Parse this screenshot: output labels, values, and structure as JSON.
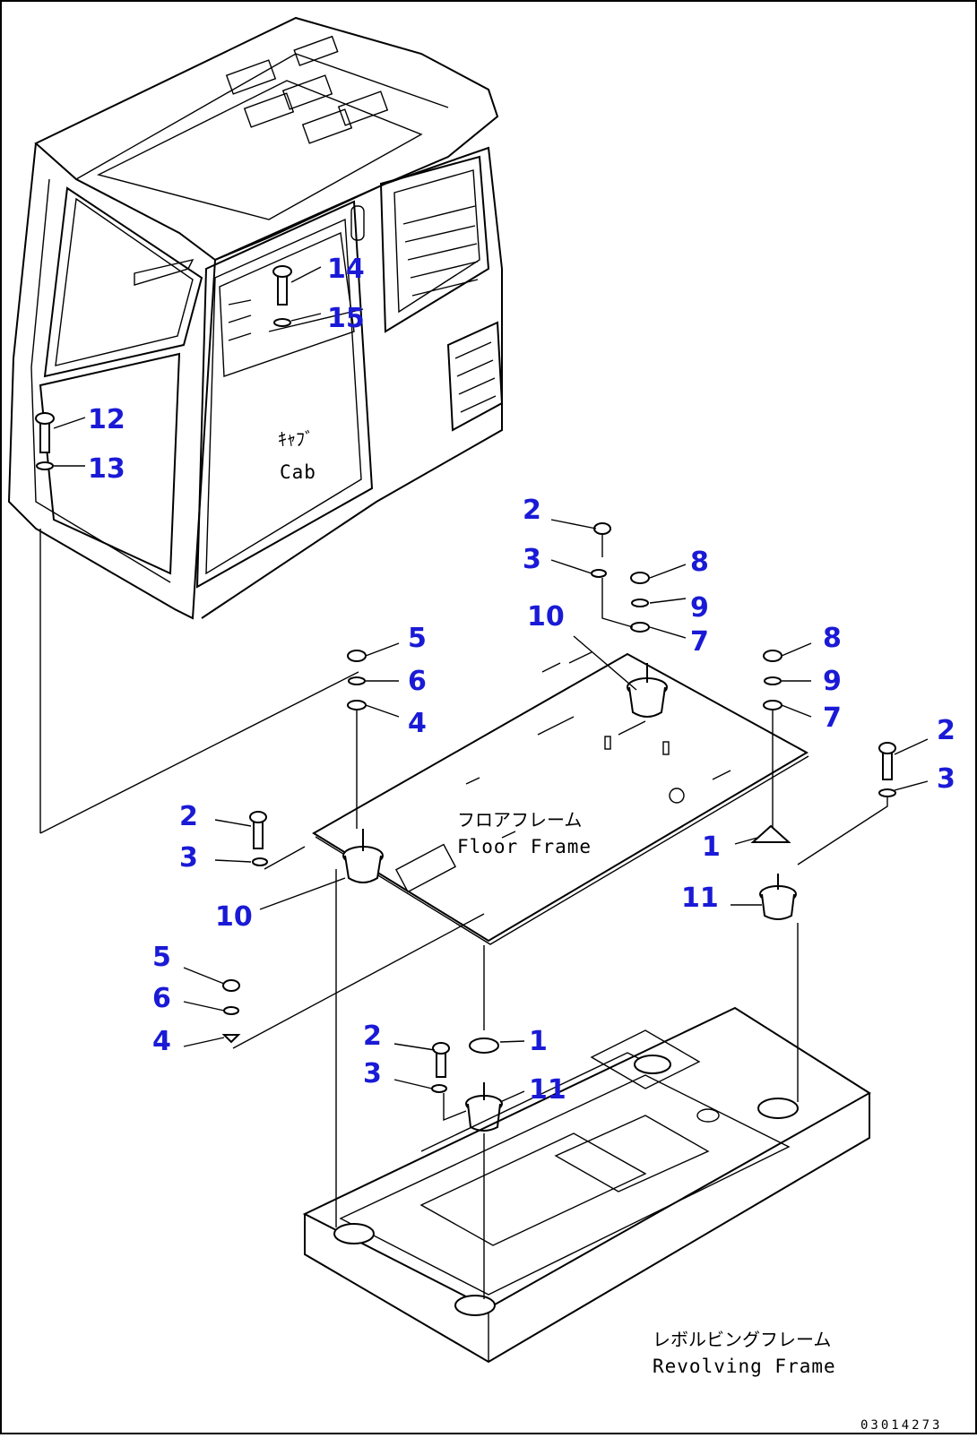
{
  "labels": {
    "cab_jp": "ｷｬﾌﾞ",
    "cab_en": "Cab",
    "floor_jp": "フロアフレーム",
    "floor_en": "Floor Frame",
    "revolving_jp": "レボルビングフレーム",
    "revolving_en": "Revolving Frame",
    "doc_id": "03014273"
  },
  "callouts": {
    "c14": "14",
    "c15": "15",
    "c12": "12",
    "c13": "13",
    "c2a": "2",
    "c3a": "3",
    "c8a": "8",
    "c9a": "9",
    "c7a": "7",
    "c10a": "10",
    "c5a": "5",
    "c6a": "6",
    "c4a": "4",
    "c8b": "8",
    "c9b": "9",
    "c7b": "7",
    "c2b": "2",
    "c3b": "3",
    "c2c": "2",
    "c3c": "3",
    "c10b": "10",
    "c1a": "1",
    "c11a": "11",
    "c5b": "5",
    "c6b": "6",
    "c4b": "4",
    "c2d": "2",
    "c3d": "3",
    "c1b": "1",
    "c11b": "11"
  }
}
